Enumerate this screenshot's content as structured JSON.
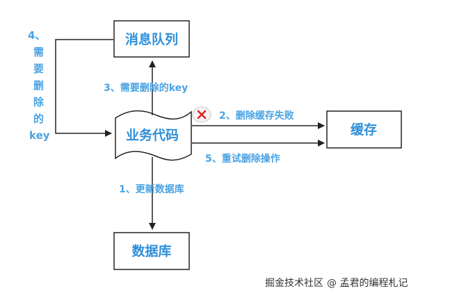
{
  "nodes": {
    "mq": "消息队列",
    "cache": "缓存",
    "biz": "业务代码",
    "db": "数据库"
  },
  "edges": {
    "update_db": "1、更新数据库",
    "delete_cache_fail": "2、删除缓存失败",
    "need_delete_key": "3、需要删除的key",
    "retry_delete": "5、重试删除操作",
    "step4_lines": [
      "4、",
      "需",
      "要",
      "删",
      "除",
      "的",
      "key"
    ]
  },
  "colors": {
    "text": "#2f8fd8",
    "label": "#4aa3e3",
    "stroke": "#222222",
    "fail_badge": "#e02020"
  },
  "watermark": {
    "site": "掘金技术社区",
    "author": "@ 孟君的编程札记"
  }
}
